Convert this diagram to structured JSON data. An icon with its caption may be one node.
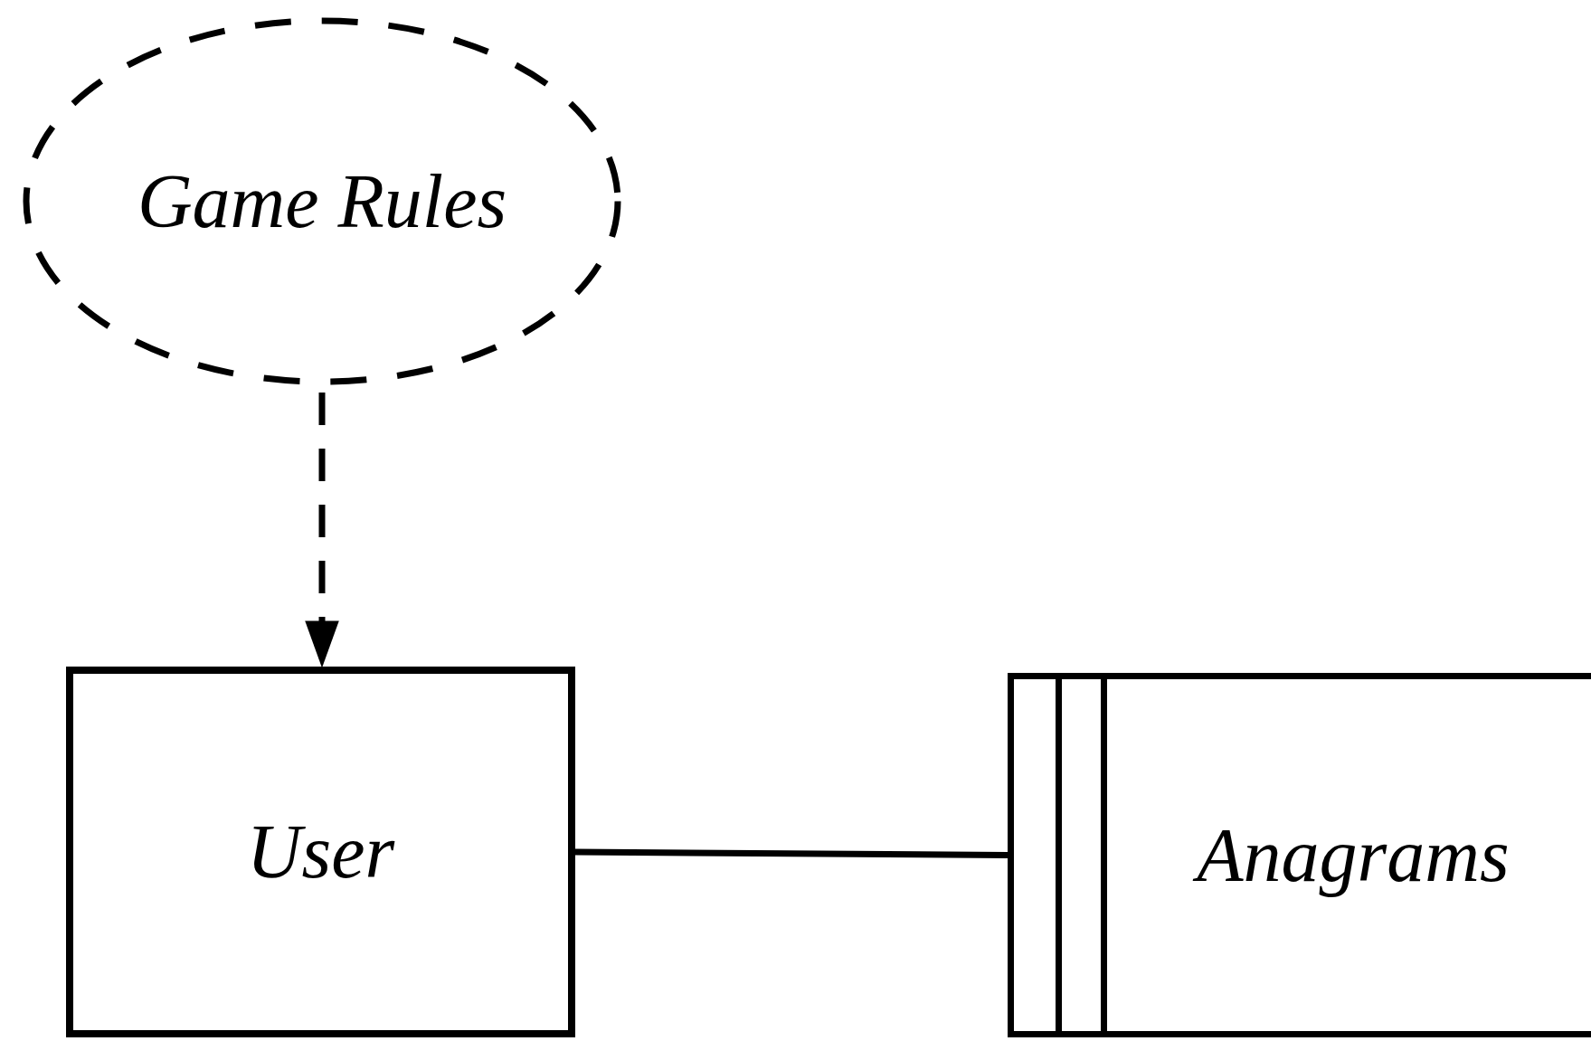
{
  "diagram": {
    "nodes": [
      {
        "text": [
          "Game Rules"
        ]
      },
      {
        "text": [
          "User"
        ]
      },
      {
        "text": [
          "Anagrams"
        ]
      }
    ],
    "edges": [
      {
        "from": 0,
        "to": 1,
        "arrow": "to",
        "style": "dashed"
      },
      {
        "from": 1,
        "to": 2,
        "arrow": "none"
      }
    ]
  }
}
